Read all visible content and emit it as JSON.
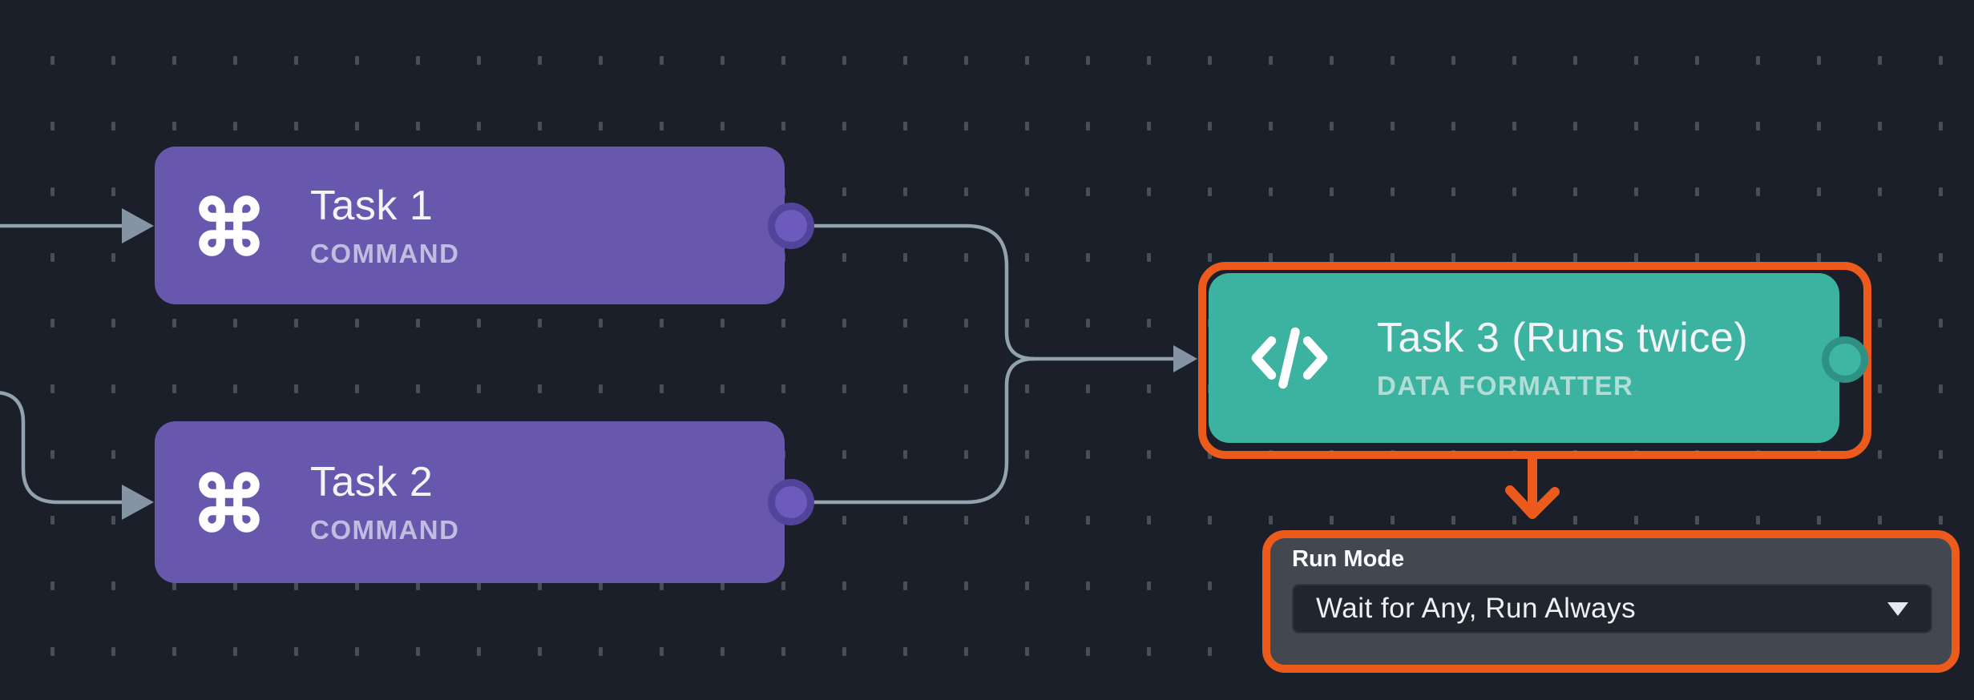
{
  "app": {
    "view": "workflow-editor-canvas"
  },
  "nodes": [
    {
      "title": "Task 1",
      "subtitle": "COMMAND",
      "icon": "command-icon",
      "color": "#6757ad",
      "selected": false
    },
    {
      "title": "Task 2",
      "subtitle": "COMMAND",
      "icon": "command-icon",
      "color": "#6757ad",
      "selected": false
    },
    {
      "title": "Task 3 (Runs twice)",
      "subtitle": "DATA FORMATTER",
      "icon": "code-icon",
      "color": "#3cb2a0",
      "selected": true
    }
  ],
  "inspector": {
    "label": "Run Mode",
    "value": "Wait for Any, Run Always",
    "icon": "caret-down-icon"
  },
  "colors": {
    "background": "#1b1f2a",
    "grid_dash": "#4a4e58",
    "edge": "#93a2af",
    "arrowhead": "#8494a2",
    "selection_orange": "#ec5a1c",
    "panel_background": "#43474f",
    "dropdown_background": "#21252d",
    "node_purple": "#6757ad",
    "node_teal": "#3cb2a0",
    "subtitle_purple": "#c3bce1",
    "subtitle_teal": "#b0ded6"
  }
}
